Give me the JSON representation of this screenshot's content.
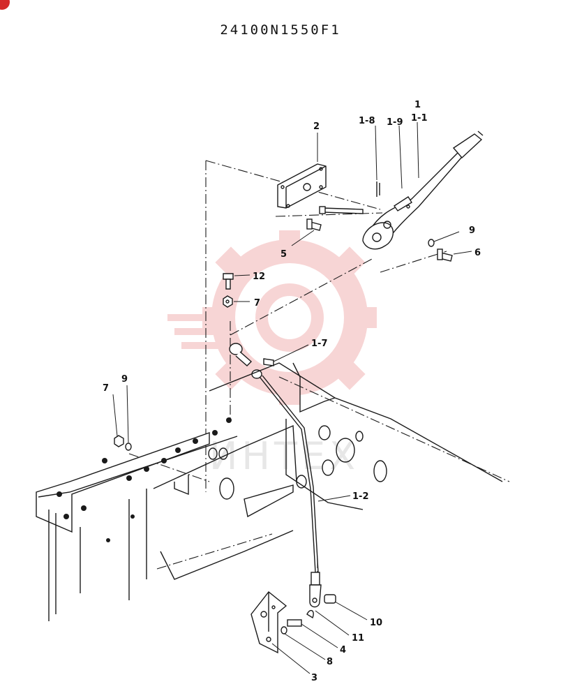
{
  "document": {
    "part_number": "24100N1550F1",
    "watermark_text": "ИНТЕХ"
  },
  "callouts": [
    {
      "id": "c-1",
      "text": "1"
    },
    {
      "id": "c-1-1",
      "text": "1-1"
    },
    {
      "id": "c-1-8",
      "text": "1-8"
    },
    {
      "id": "c-1-9",
      "text": "1-9"
    },
    {
      "id": "c-2",
      "text": "2"
    },
    {
      "id": "c-9a",
      "text": "9"
    },
    {
      "id": "c-6",
      "text": "6"
    },
    {
      "id": "c-5",
      "text": "5"
    },
    {
      "id": "c-12",
      "text": "12"
    },
    {
      "id": "c-7a",
      "text": "7"
    },
    {
      "id": "c-1-7",
      "text": "1-7"
    },
    {
      "id": "c-7b",
      "text": "7"
    },
    {
      "id": "c-9b",
      "text": "9"
    },
    {
      "id": "c-1-2",
      "text": "1-2"
    },
    {
      "id": "c-10",
      "text": "10"
    },
    {
      "id": "c-11",
      "text": "11"
    },
    {
      "id": "c-4",
      "text": "4"
    },
    {
      "id": "c-8",
      "text": "8"
    },
    {
      "id": "c-3",
      "text": "3"
    }
  ],
  "colors": {
    "line": "#1a1a1a",
    "watermark": "#f2b4b4",
    "corner_badge": "#d42a2a"
  }
}
